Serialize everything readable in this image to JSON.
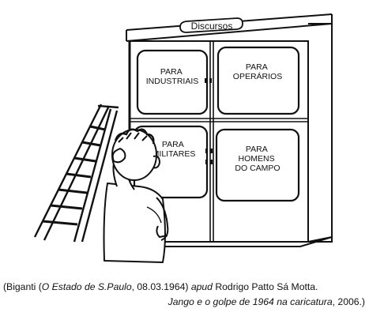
{
  "cartoon": {
    "sign": "Discursos",
    "panels": {
      "top_left": [
        "PARA",
        "INDUSTRIAIS"
      ],
      "top_right": [
        "PARA",
        "OPERÁRIOS"
      ],
      "bottom_left": [
        "PARA",
        "MILITARES"
      ],
      "bottom_right": [
        "PARA",
        "HOMENS",
        "DO CAMPO"
      ]
    }
  },
  "caption": {
    "open_paren": "(Biganti (",
    "newspaper": "O Estado de S.Paulo",
    "date": ", 08.03.1964) ",
    "apud": "apud",
    "author": " Rodrigo Patto Sá Motta.",
    "book": "Jango e o golpe de 1964 na caricatura",
    "year": ", 2006.)"
  }
}
